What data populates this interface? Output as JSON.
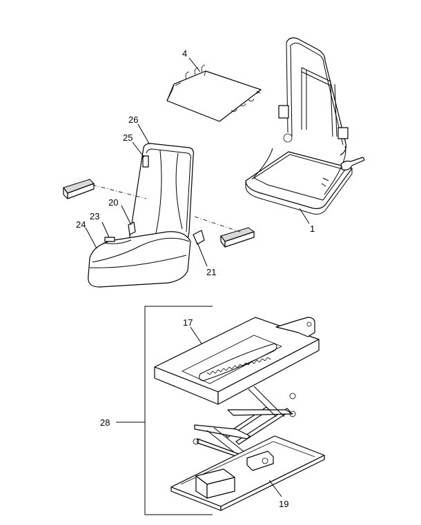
{
  "callouts": {
    "c1": "1",
    "c4": "4",
    "c17": "17",
    "c19": "19",
    "c20": "20",
    "c21": "21",
    "c23": "23",
    "c24": "24",
    "c25": "25",
    "c26": "26",
    "c28": "28"
  }
}
